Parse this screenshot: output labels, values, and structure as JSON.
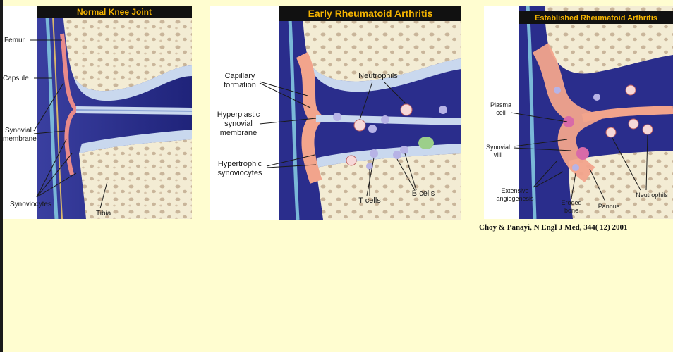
{
  "panel1": {
    "title": "Normal Knee Joint",
    "labels": {
      "femur": "Femur",
      "capsule": "Capsule",
      "synovial_1": "Synovial",
      "synovial_2": "membrane",
      "synoviocytes": "Synoviocytes",
      "tibia": "Tibia"
    }
  },
  "panel2": {
    "title": "Early Rheumatoid Arthritis",
    "labels": {
      "capillary_1": "Capillary",
      "capillary_2": "formation",
      "neutrophils": "Neutrophils",
      "hyper_1": "Hyperplastic",
      "hyper_2": "synovial",
      "hyper_3": "membrane",
      "hypertrophic_1": "Hypertrophic",
      "hypertrophic_2": "synoviocytes",
      "t_cells": "T cells",
      "b_cells": "B cells"
    }
  },
  "panel3": {
    "title": "Established Rheumatoid Arthritis",
    "labels": {
      "plasma_1": "Plasma",
      "plasma_2": "cell",
      "villi_1": "Synovial",
      "villi_2": "villi",
      "angio_1": "Extensive",
      "angio_2": "angiogenesis",
      "eroded_1": "Eroded",
      "eroded_2": "bone",
      "pannus": "Pannus",
      "neutrophils": "Neutrophils"
    }
  },
  "citation": "Choy & Panayi, N Engl J Med,  344( 12)  2001",
  "colors": {
    "background": "#fffdd0",
    "title_bar": "#111111",
    "title_text": "#f5b400",
    "joint_space": "#2a2d8c",
    "bone": "#f3ecd4",
    "synovium": "#f2a48c"
  }
}
